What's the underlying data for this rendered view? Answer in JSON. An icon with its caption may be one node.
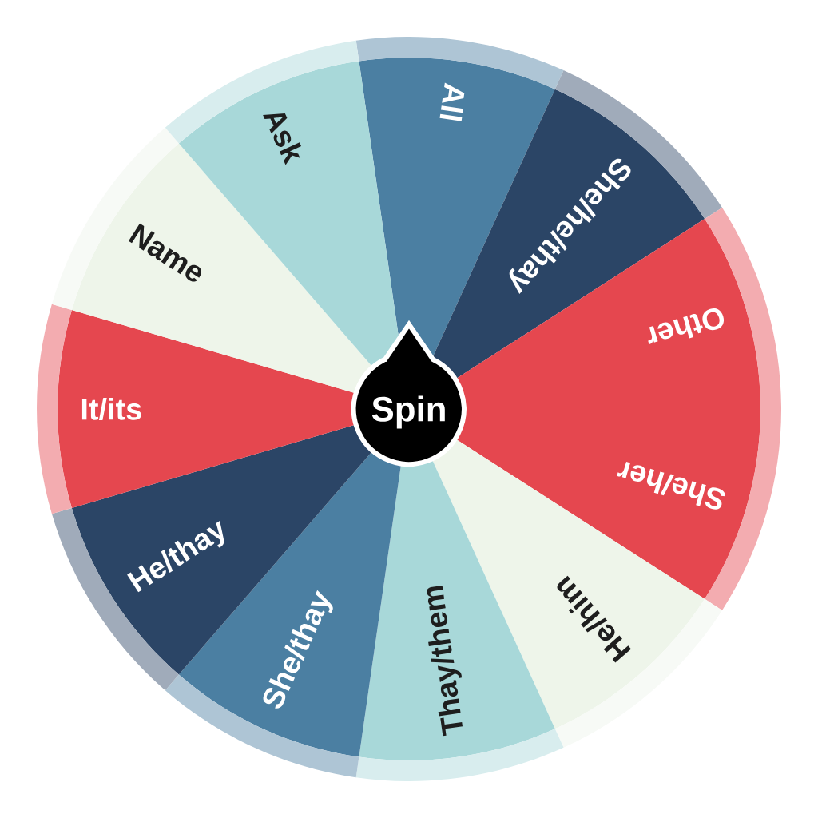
{
  "diagram": {
    "nodes": [
      {
        "text": [
          "All"
        ]
      },
      {
        "text": [
          "She/he/thay"
        ]
      },
      {
        "text": [
          "Other"
        ]
      },
      {
        "text": [
          "She/her"
        ]
      },
      {
        "text": [
          "He/him"
        ]
      },
      {
        "text": [
          "Thay/them"
        ]
      },
      {
        "text": [
          "She/thay"
        ]
      },
      {
        "text": [
          "He/thay"
        ]
      },
      {
        "text": [
          "It/its"
        ]
      },
      {
        "text": [
          "Name"
        ]
      },
      {
        "text": [
          "Ask"
        ]
      },
      {
        "text": [
          "Spin"
        ]
      }
    ]
  }
}
